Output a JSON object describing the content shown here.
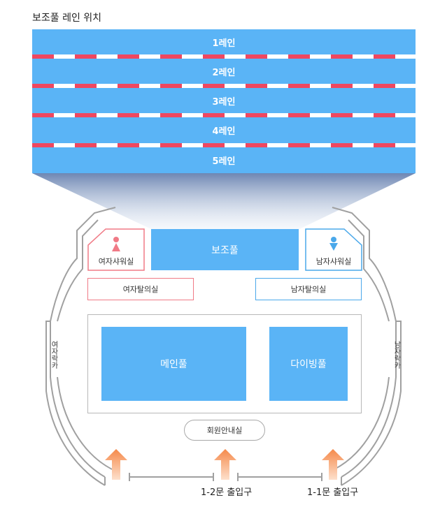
{
  "title": "보조풀 레인 위치",
  "lanes": [
    "1레인",
    "2레인",
    "3레인",
    "4레인",
    "5레인"
  ],
  "rooms": {
    "sub_pool": "보조풀",
    "women_shower": "여자샤워실",
    "men_shower": "남자샤워실",
    "women_locker": "여자탈의실",
    "men_locker": "남자탈의실",
    "main_pool": "메인풀",
    "diving_pool": "다이빙풀",
    "membership_desk": "회원안내실",
    "women_lounge": "여자락카",
    "men_lounge": "남자락카"
  },
  "entrances": {
    "gate_1_2": "1-2문 출입구",
    "gate_1_1": "1-1문 출입구"
  },
  "colors": {
    "pool_blue": "#5ab4f6",
    "rope_red": "#ef4760",
    "women_pink": "#f07a86",
    "men_blue": "#4aa8ea",
    "arrow_orange": "#f5894a",
    "wall_gray": "#9a9a9a"
  },
  "icons": [
    "female-icon",
    "male-icon",
    "up-arrow-icon"
  ]
}
